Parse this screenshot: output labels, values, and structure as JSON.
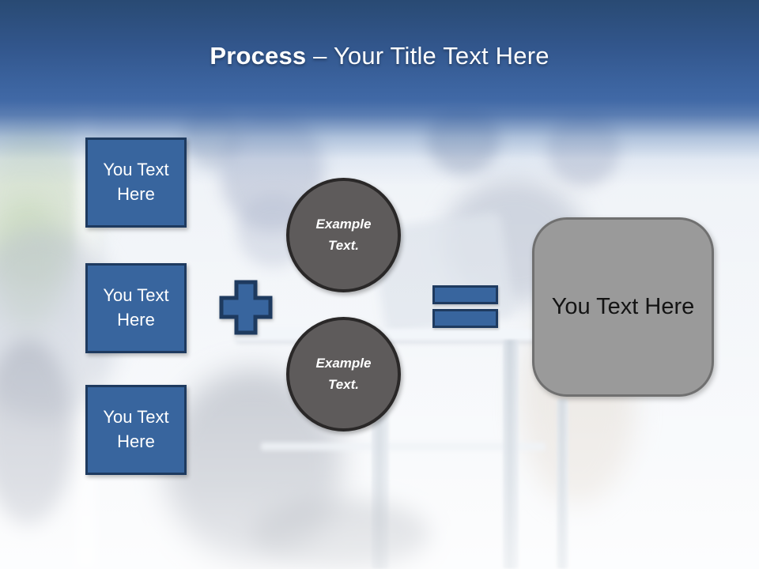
{
  "title": {
    "keyword": "Process",
    "rest": " – Your Title Text Here"
  },
  "left_boxes": [
    {
      "label": "You Text Here"
    },
    {
      "label": "You Text Here"
    },
    {
      "label": "You Text Here"
    }
  ],
  "operators": {
    "plus_icon": "plus-shape",
    "equals_icon": "equals-shape"
  },
  "circles": [
    {
      "label": "Example Text."
    },
    {
      "label": "Example Text."
    }
  ],
  "result_box": {
    "label": "You Text Here"
  },
  "colors": {
    "accent_blue": "#38659e",
    "accent_blue_border": "#1e3a5f",
    "circle_gray": "#5e5b5b",
    "circle_border": "#2a2828",
    "result_gray": "#9a9a9a",
    "result_border": "#707070",
    "result_text": "#141414",
    "header_top": "#294a73",
    "header_bottom": "#4169a6",
    "title_color": "#ffffff"
  }
}
